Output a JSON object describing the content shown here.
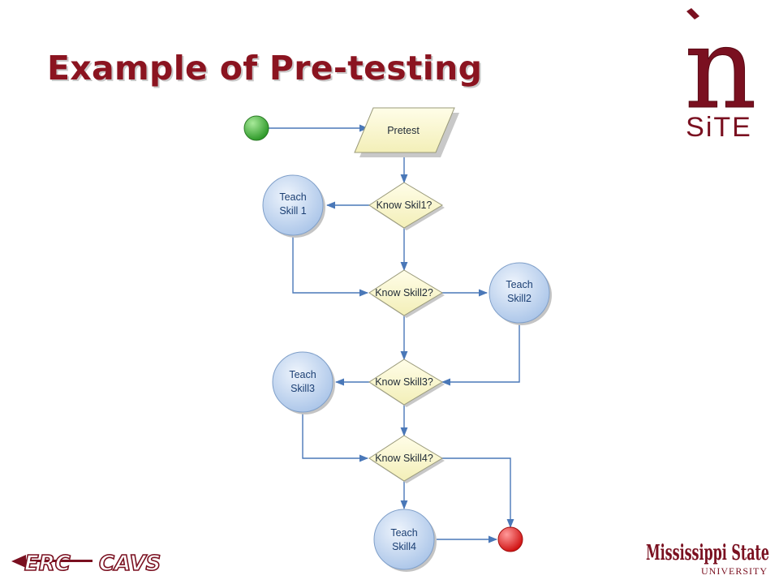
{
  "slide": {
    "title": "Example of Pre-testing"
  },
  "flowchart": {
    "process": {
      "label": "Pretest"
    },
    "decisions": [
      {
        "id": "d1",
        "label": "Know Skil1?"
      },
      {
        "id": "d2",
        "label": "Know Skill2?"
      },
      {
        "id": "d3",
        "label": "Know Skill3?"
      },
      {
        "id": "d4",
        "label": "Know Skill4?"
      }
    ],
    "actions": [
      {
        "id": "t1",
        "line1": "Teach",
        "line2": "Skill 1"
      },
      {
        "id": "t2",
        "line1": "Teach",
        "line2": "Skill2"
      },
      {
        "id": "t3",
        "line1": "Teach",
        "line2": "Skill3"
      },
      {
        "id": "t4",
        "line1": "Teach",
        "line2": "Skill4"
      }
    ],
    "start_color": "#3fa535",
    "end_color": "#e02222",
    "connector_color": "#4a78b8"
  },
  "logos": {
    "insite": {
      "mark": "n",
      "text": "SiTE"
    },
    "erc": {
      "text": "ERC"
    },
    "cavs": {
      "text": "CAVS"
    },
    "msu": {
      "name": "Mississippi State",
      "sub": "UNIVERSITY"
    }
  },
  "colors": {
    "title": "#8b1420",
    "maroon": "#7a1020",
    "decision_fill": "#fbf8cf",
    "circle_fill": "#bdd3ee"
  }
}
